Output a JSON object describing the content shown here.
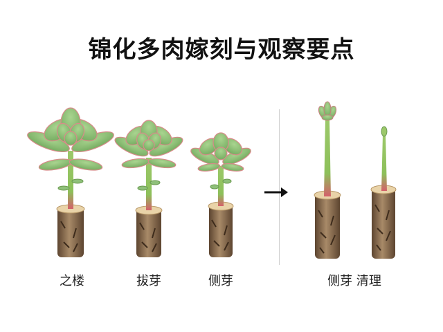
{
  "title": "锦化多肉嫁刻与观察要点",
  "stages": [
    {
      "label": "之楼"
    },
    {
      "label": "拔芽"
    },
    {
      "label": "侧芽"
    },
    {
      "label": "侧芽 清理"
    }
  ],
  "arrow_icon": "right-arrow-icon",
  "colors": {
    "leaf": "#8fc07a",
    "leaf_dark": "#5f9a4c",
    "leaf_edge": "#d98a8a",
    "stem": "#8dc05a",
    "stem_base": "#d4606a",
    "bark": "#8a6a4a",
    "cut": "#e9d3a8"
  }
}
